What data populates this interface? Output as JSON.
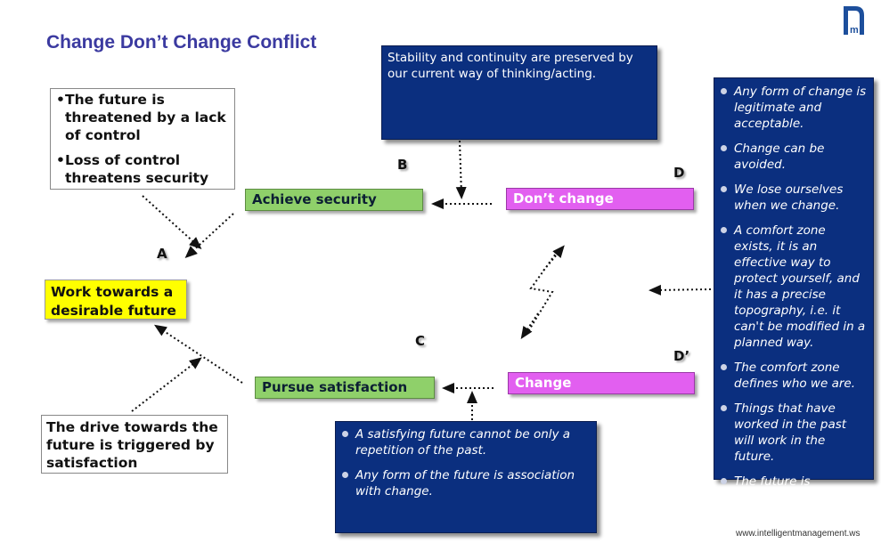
{
  "title": "Change Don’t Change Conflict",
  "footer": "www.intelligentmanagement.ws",
  "top_left_box": {
    "bullet": "•",
    "items": [
      [
        "The future is",
        "threatened by a lack",
        "of control"
      ],
      [
        "Loss of control",
        "threatens security"
      ]
    ]
  },
  "bottom_left_box": {
    "lines": [
      "The drive towards the",
      "future is triggered by",
      "satisfaction"
    ]
  },
  "top_center_box": {
    "lines": [
      "Stability and continuity are preserved by",
      "our current way of thinking/acting."
    ]
  },
  "bottom_center_box": {
    "items": [
      "A satisfying future cannot be only a repetition of the past.",
      "Any form of the future is association with change."
    ]
  },
  "right_box": {
    "items": [
      "Any form of change is legitimate and acceptable.",
      "Change can be avoided.",
      "We lose ourselves when we change.",
      "A comfort zone exists, it is an effective way to protect yourself, and it has a precise topography, i.e. it can't be modified in a planned way.",
      "The comfort zone defines who we are.",
      "Things that have worked in the past will work in the future.",
      "The future is something that happens to us."
    ]
  },
  "nodes": {
    "A": "Work towards a desirable future",
    "B": "Achieve security",
    "C": "Pursue satisfaction",
    "D": "Don’t change",
    "D_prime": "Change"
  },
  "letters": {
    "A": "A",
    "B": "B",
    "C": "C",
    "D": "D",
    "D_prime": "D’"
  },
  "colors": {
    "title": "#3b3aa0",
    "navy": "#0b2f7f",
    "green": "#8fd06a",
    "magenta": "#e25ff0",
    "yellow": "#ffff00"
  }
}
